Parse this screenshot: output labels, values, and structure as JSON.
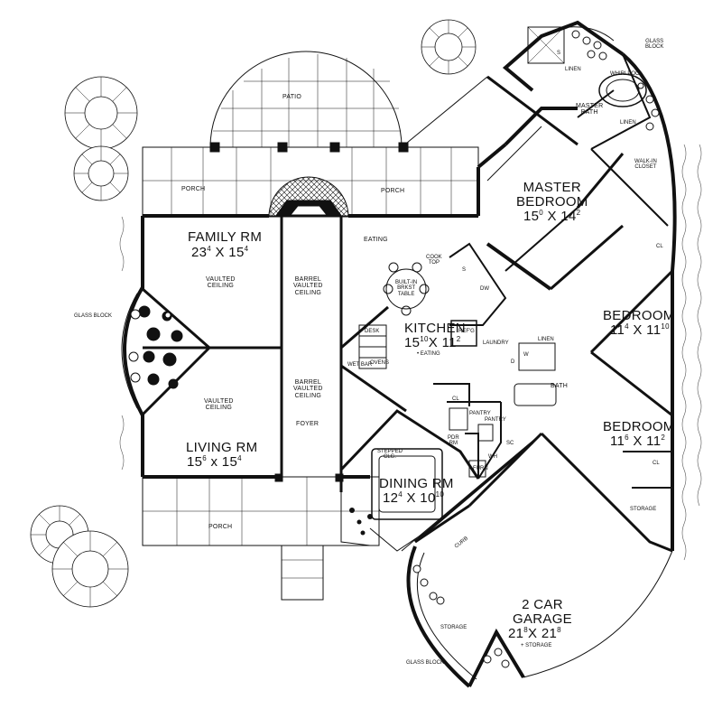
{
  "rooms": {
    "master_bedroom": {
      "name_line1": "MASTER",
      "name_line2": "BEDROOM",
      "w": "15",
      "w_in": "0",
      "d": "14",
      "d_in": "2"
    },
    "bedroom1": {
      "name": "BEDROOM",
      "w": "11",
      "w_in": "4",
      "d": "11",
      "d_in": "10"
    },
    "bedroom2": {
      "name": "BEDROOM",
      "w": "11",
      "w_in": "6",
      "d": "11",
      "d_in": "2"
    },
    "family": {
      "name": "FAMILY RM",
      "w": "23",
      "w_in": "4",
      "d": "15",
      "d_in": "4"
    },
    "living": {
      "name": "LIVING RM",
      "w": "15",
      "w_in": "6",
      "d": "15",
      "d_in": "4"
    },
    "kitchen": {
      "name": "KITCHEN",
      "w": "15",
      "w_in": "10",
      "d": "11",
      "d_in": "2",
      "note": "• EATING"
    },
    "dining": {
      "name": "DINING RM",
      "w": "12",
      "w_in": "4",
      "d": "10",
      "d_in": "10"
    },
    "garage": {
      "name_line1": "2 CAR",
      "name_line2": "GARAGE",
      "w": "21",
      "w_in": "8",
      "d": "21",
      "d_in": "8",
      "note": "+ STORAGE"
    }
  },
  "labels": {
    "patio": "PATIO",
    "porch": "PORCH",
    "eating": "EATING",
    "vaulted_1": "VAULTED",
    "vaulted_2": "CEILING",
    "barrel_1": "BARREL",
    "barrel_2": "VAULTED",
    "barrel_3": "CEILING",
    "foyer": "FOYER",
    "glass_block": "GLASS BLOCK",
    "glass_block_1": "GLASS",
    "glass_block_2": "BLOCK",
    "master_bath_1": "MASTER",
    "master_bath_2": "BATH",
    "whirlpool": "WHIRLPOOL",
    "linen": "LINEN",
    "walk_in_1": "WALK-IN",
    "walk_in_2": "CLOSET",
    "cl": "CL",
    "laundry": "LAUNDRY",
    "bath": "BATH",
    "storage": "STORAGE",
    "built_in_1": "BUILT-IN",
    "built_in_2": "BRKST",
    "built_in_3": "TABLE",
    "cook_top_1": "COOK",
    "cook_top_2": "TOP",
    "dw": "DW",
    "refg": "REF'G",
    "desk": "DESK",
    "ovens": "OVENS",
    "wet_bar": "WET BAR",
    "pantry": "PANTRY",
    "pdr_1": "PDR",
    "pdr_2": "RM",
    "stepped_1": "STEPPED",
    "stepped_2": "CLG.",
    "wh": "WH",
    "furn": "FURN",
    "sc": "SC",
    "curb": "CURB",
    "s": "S",
    "d": "D",
    "w": "W"
  },
  "colors": {
    "line": "#111111",
    "paper": "#ffffff"
  }
}
